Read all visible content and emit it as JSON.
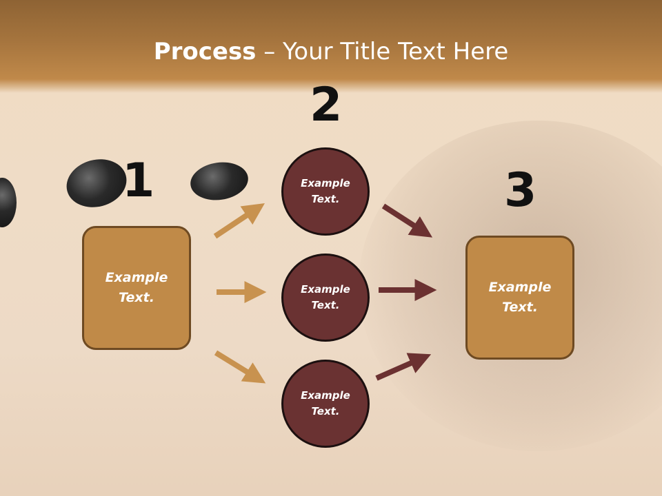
{
  "title": {
    "bold": "Process",
    "rest": " – Your Title Text Here"
  },
  "steps": {
    "one": "1",
    "two": "2",
    "three": "3"
  },
  "left_box": {
    "line1": "Example",
    "line2": "Text."
  },
  "right_box": {
    "line1": "Example",
    "line2": "Text."
  },
  "circles": [
    {
      "line1": "Example",
      "line2": "Text."
    },
    {
      "line1": "Example",
      "line2": "Text."
    },
    {
      "line1": "Example",
      "line2": "Text."
    }
  ],
  "colors": {
    "header": "#a6753e",
    "box": "#c08a48",
    "circle": "#6a3232",
    "arrow_left": "#c8924f",
    "arrow_right": "#6b3131"
  }
}
